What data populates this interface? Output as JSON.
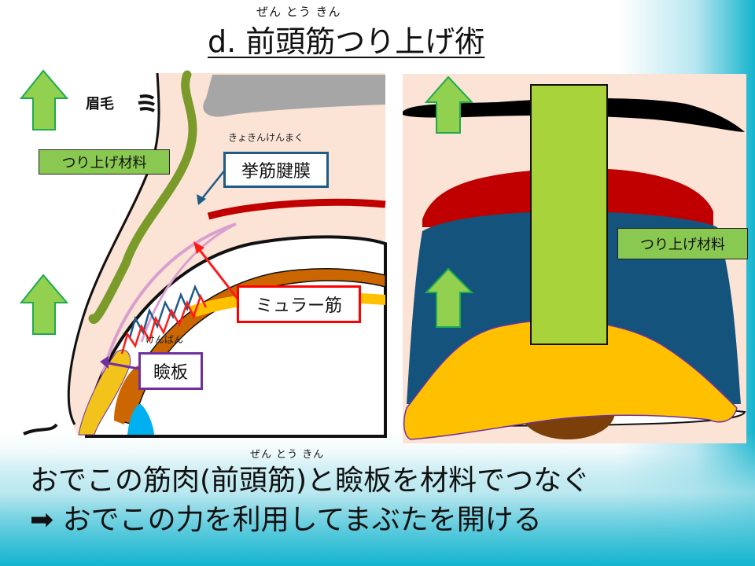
{
  "slide": {
    "title": "d. 前頭筋つり上げ術",
    "title_ruby": "ぜん とう きん",
    "background_colors": {
      "base": "#ffffff",
      "accent_gradient": "#15b4cd"
    }
  },
  "left_diagram": {
    "brow_label": "眉毛",
    "material_label": "つり上げ材料",
    "levator_aponeurosis_ruby": "きょきんけんまく",
    "levator_aponeurosis_label": "挙筋腱膜",
    "muller_label": "ミュラー筋",
    "tarsus_ruby": "けんばん",
    "tarsus_label": "瞼板",
    "arrows": [
      "up-arrow",
      "up-arrow"
    ],
    "colors": {
      "skin": "#fbe3d6",
      "material": "#7a9a2a",
      "aponeurosis": "#1f5b87",
      "muller": "#ff1a1a",
      "levator_muscle": "#c00000",
      "tarsus": "#f2c31a",
      "eyeball_outer": "#cc6600",
      "eyeball_inner": "#ffc000",
      "bone": "#a6a6a6",
      "cornea": "#00b0f0",
      "arrow_fill": "#92d050",
      "arrow_stroke": "#1faa4f"
    }
  },
  "right_diagram": {
    "material_label": "つり上げ材料",
    "colors": {
      "skin": "#fbe3d6",
      "brow": "#000000",
      "muscle_red": "#c00000",
      "muscle_blue": "#14537c",
      "tarsus_yellow": "#ffc000",
      "material_bar": "#a9d33a",
      "pupil": "#7b3f0a"
    }
  },
  "bottom": {
    "ruby": "ぜん とう  きん",
    "line1": "おでこの筋肉(前頭筋)と瞼板を材料でつなぐ",
    "line2_arrow": "➡",
    "line2": "おでこの力を利用してまぶたを開ける"
  }
}
